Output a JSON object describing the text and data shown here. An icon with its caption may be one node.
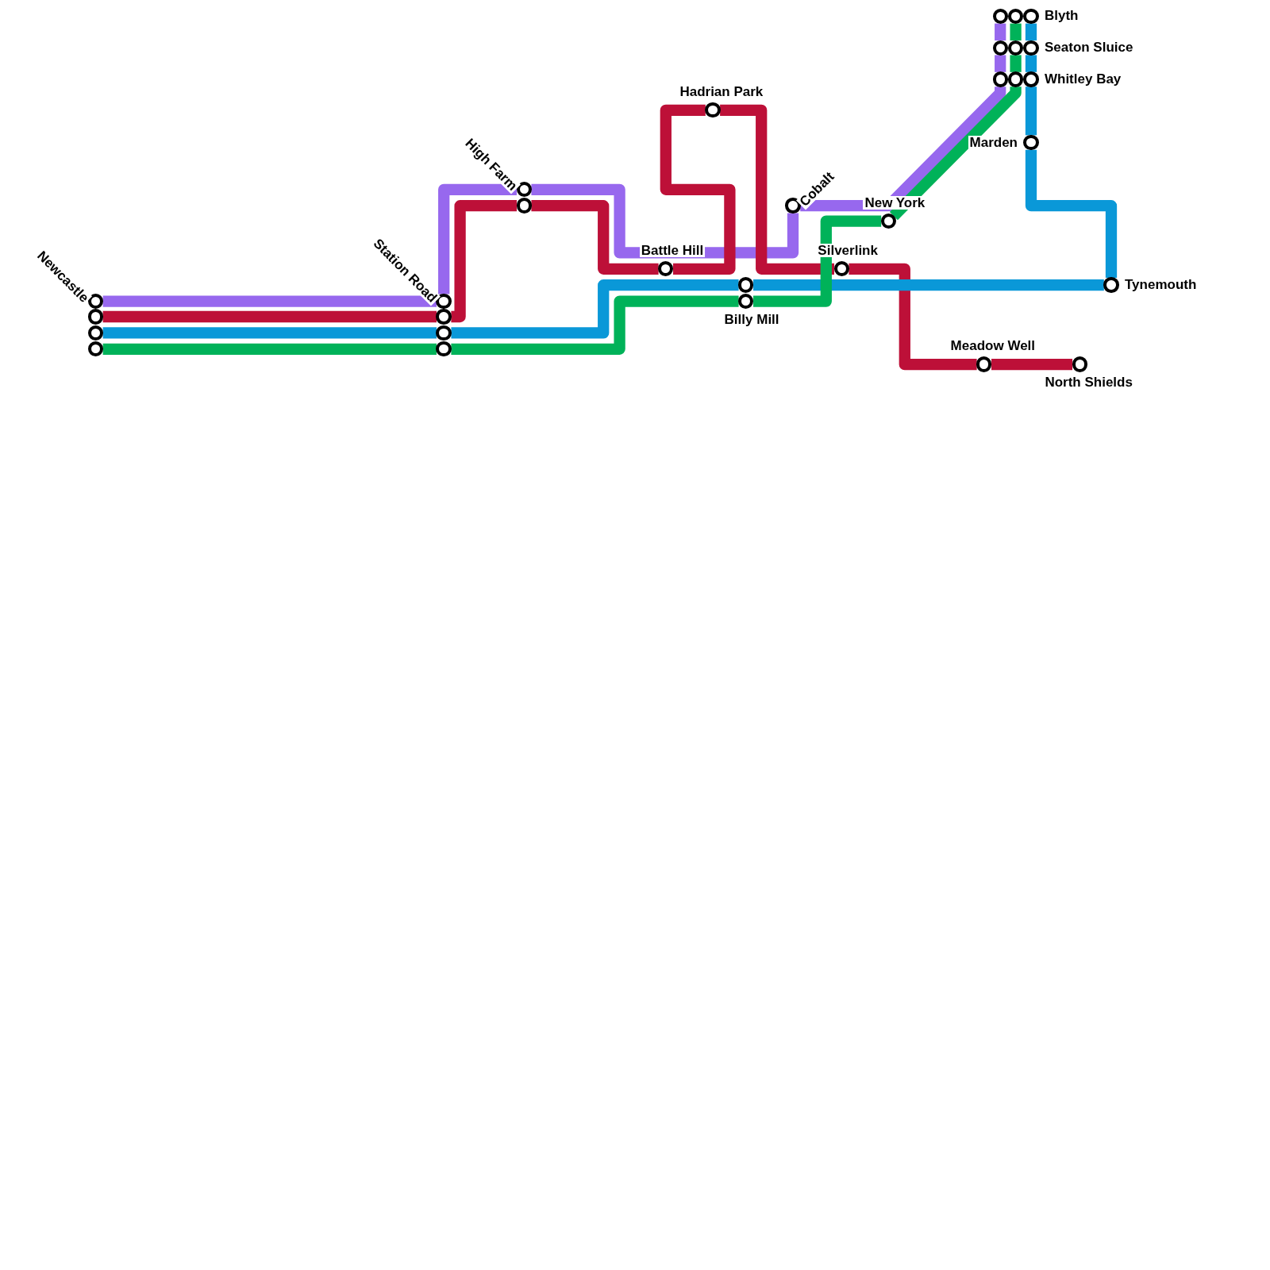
{
  "diagram": {
    "nodes": [
      {
        "text": [],
        "shape": "circle",
        "beside": [
          "Newcastle"
        ]
      },
      {
        "text": [],
        "shape": "circle"
      },
      {
        "text": [],
        "shape": "circle"
      },
      {
        "text": [],
        "shape": "circle"
      },
      {
        "text": [],
        "shape": "circle",
        "beside": [
          "Station Road"
        ]
      },
      {
        "text": [],
        "shape": "circle"
      },
      {
        "text": [],
        "shape": "circle"
      },
      {
        "text": [],
        "shape": "circle"
      },
      {
        "text": [],
        "shape": "circle",
        "beside": [
          "High Farm"
        ]
      },
      {
        "text": [],
        "shape": "circle"
      },
      {
        "text": [],
        "shape": "circle",
        "beside": [
          "Hadrian Park"
        ]
      },
      {
        "text": [],
        "shape": "circle",
        "beside": [
          "Cobalt"
        ]
      },
      {
        "text": [],
        "shape": "circle",
        "beside": [
          "Battle Hill"
        ]
      },
      {
        "text": [],
        "shape": "circle",
        "beside": [
          "Silverlink"
        ]
      },
      {
        "text": [],
        "shape": "circle",
        "beside": [
          "New York"
        ]
      },
      {
        "text": [],
        "shape": "circle"
      },
      {
        "text": [],
        "shape": "circle",
        "beside": [
          "Billy Mill"
        ]
      },
      {
        "text": [],
        "shape": "circle"
      },
      {
        "text": [],
        "shape": "circle"
      },
      {
        "text": [],
        "shape": "circle",
        "beside": [
          "Blyth"
        ]
      },
      {
        "text": [],
        "shape": "circle"
      },
      {
        "text": [],
        "shape": "circle"
      },
      {
        "text": [],
        "shape": "circle",
        "beside": [
          "Seaton Sluice"
        ]
      },
      {
        "text": [],
        "shape": "circle"
      },
      {
        "text": [],
        "shape": "circle"
      },
      {
        "text": [],
        "shape": "circle",
        "beside": [
          "Whitley Bay"
        ]
      },
      {
        "text": [],
        "shape": "circle",
        "beside": [
          "Marden"
        ]
      },
      {
        "text": [],
        "shape": "circle",
        "beside": [
          "Tynemouth"
        ]
      },
      {
        "text": [],
        "shape": "circle",
        "beside": [
          "Meadow Well"
        ]
      },
      {
        "text": [],
        "shape": "circle",
        "beside": [
          "North Shields"
        ]
      }
    ],
    "edges": [
      {
        "from": 0,
        "to": 4,
        "arrow": "none",
        "color": "#9768ee"
      },
      {
        "from": 4,
        "to": 8,
        "arrow": "none",
        "color": "#9768ee"
      },
      {
        "from": 8,
        "to": 11,
        "arrow": "none",
        "color": "#9768ee"
      },
      {
        "from": 11,
        "to": 23,
        "arrow": "none",
        "color": "#9768ee"
      },
      {
        "from": 23,
        "to": 20,
        "arrow": "none",
        "color": "#9768ee"
      },
      {
        "from": 20,
        "to": 17,
        "arrow": "none",
        "color": "#9768ee"
      },
      {
        "from": 1,
        "to": 5,
        "arrow": "none",
        "color": "#bd1038"
      },
      {
        "from": 5,
        "to": 9,
        "arrow": "none",
        "color": "#bd1038"
      },
      {
        "from": 9,
        "to": 12,
        "arrow": "none",
        "color": "#bd1038"
      },
      {
        "from": 12,
        "to": 10,
        "arrow": "none",
        "color": "#bd1038"
      },
      {
        "from": 10,
        "to": 13,
        "arrow": "none",
        "color": "#bd1038"
      },
      {
        "from": 13,
        "to": 28,
        "arrow": "none",
        "color": "#bd1038"
      },
      {
        "from": 28,
        "to": 29,
        "arrow": "none",
        "color": "#bd1038"
      },
      {
        "from": 2,
        "to": 6,
        "arrow": "none",
        "color": "#0a98d8"
      },
      {
        "from": 6,
        "to": 15,
        "arrow": "none",
        "color": "#0a98d8"
      },
      {
        "from": 15,
        "to": 27,
        "arrow": "none",
        "color": "#0a98d8"
      },
      {
        "from": 27,
        "to": 26,
        "arrow": "none",
        "color": "#0a98d8"
      },
      {
        "from": 26,
        "to": 25,
        "arrow": "none",
        "color": "#0a98d8"
      },
      {
        "from": 25,
        "to": 22,
        "arrow": "none",
        "color": "#0a98d8"
      },
      {
        "from": 22,
        "to": 19,
        "arrow": "none",
        "color": "#0a98d8"
      },
      {
        "from": 3,
        "to": 7,
        "arrow": "none",
        "color": "#00b259"
      },
      {
        "from": 7,
        "to": 16,
        "arrow": "none",
        "color": "#00b259"
      },
      {
        "from": 16,
        "to": 14,
        "arrow": "none",
        "color": "#00b259"
      },
      {
        "from": 14,
        "to": 24,
        "arrow": "none",
        "color": "#00b259"
      },
      {
        "from": 24,
        "to": 21,
        "arrow": "none",
        "color": "#00b259"
      },
      {
        "from": 21,
        "to": 18,
        "arrow": "none",
        "color": "#00b259"
      }
    ]
  }
}
